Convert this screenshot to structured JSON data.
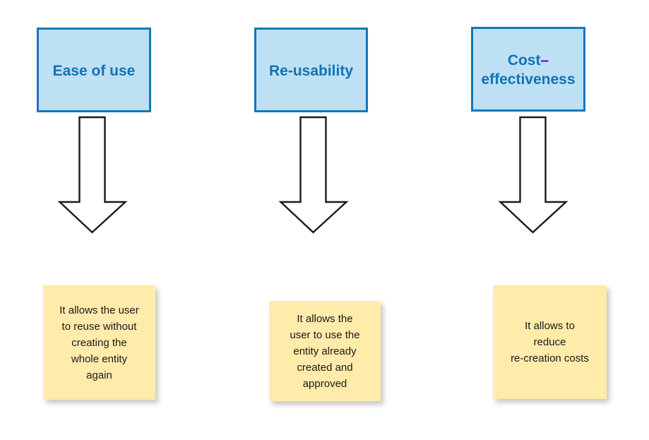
{
  "diagram": {
    "type": "three-column-benefit-flow",
    "background_color": "#ffffff",
    "columns": [
      {
        "id": "ease-of-use",
        "header": {
          "label": "Ease of use",
          "fill_color": "#bde0f5",
          "border_color": "#1278b8",
          "text_color": "#1272b4"
        },
        "connector": {
          "icon": "down-block-arrow-icon",
          "fill_color": "#ffffff",
          "stroke_color": "#1a1a1a"
        },
        "note": {
          "text": "It allows the user\nto reuse without\ncreating the\nwhole entity\nagain",
          "fill_color": "#ffebaa",
          "text_color": "#1a1a1a"
        }
      },
      {
        "id": "re-usability",
        "header": {
          "label": "Re-usability",
          "fill_color": "#bde0f5",
          "border_color": "#1278b8",
          "text_color": "#1272b4"
        },
        "connector": {
          "icon": "down-block-arrow-icon",
          "fill_color": "#ffffff",
          "stroke_color": "#1a1a1a"
        },
        "note": {
          "text": "It allows the\nuser to use the\nentity already\ncreated and\napproved",
          "fill_color": "#ffebaa",
          "text_color": "#1a1a1a"
        }
      },
      {
        "id": "cost-effectiveness",
        "header": {
          "label_before_hyphen": "Cost",
          "label_hyphen": "–",
          "label_after_hyphen": "\neffectiveness",
          "full_label": "Cost–effectiveness",
          "hyphen_color": "#7d00e8",
          "fill_color": "#bde0f5",
          "border_color": "#1278b8",
          "text_color": "#1272b4"
        },
        "connector": {
          "icon": "down-block-arrow-icon",
          "fill_color": "#ffffff",
          "stroke_color": "#1a1a1a"
        },
        "note": {
          "text": "It allows to\nreduce\nre-creation costs",
          "fill_color": "#ffebaa",
          "text_color": "#1a1a1a"
        }
      }
    ]
  }
}
